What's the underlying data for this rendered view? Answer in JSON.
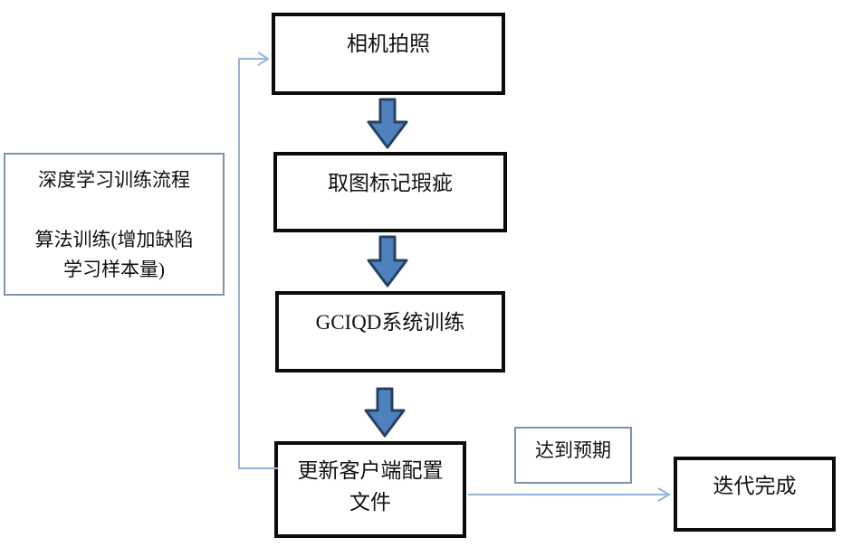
{
  "diagram": {
    "note_box": {
      "line1": "深度学习训练流程",
      "line2": "算法训练(增加缺陷",
      "line3": "学习样本量)"
    },
    "steps": {
      "step1": "相机拍照",
      "step2": "取图标记瑕疵",
      "step3": "GCIQD系统训练",
      "step4_line1": "更新客户端配置",
      "step4_line2": "文件"
    },
    "condition_label": "达到预期",
    "end_label": "迭代完成",
    "colors": {
      "block_arrow_fill": "#4f81bd",
      "block_arrow_stroke": "#27425f",
      "connector": "#95b3d7",
      "thin_border": "#7d93ae",
      "thick_border": "#0c0c0c"
    }
  }
}
